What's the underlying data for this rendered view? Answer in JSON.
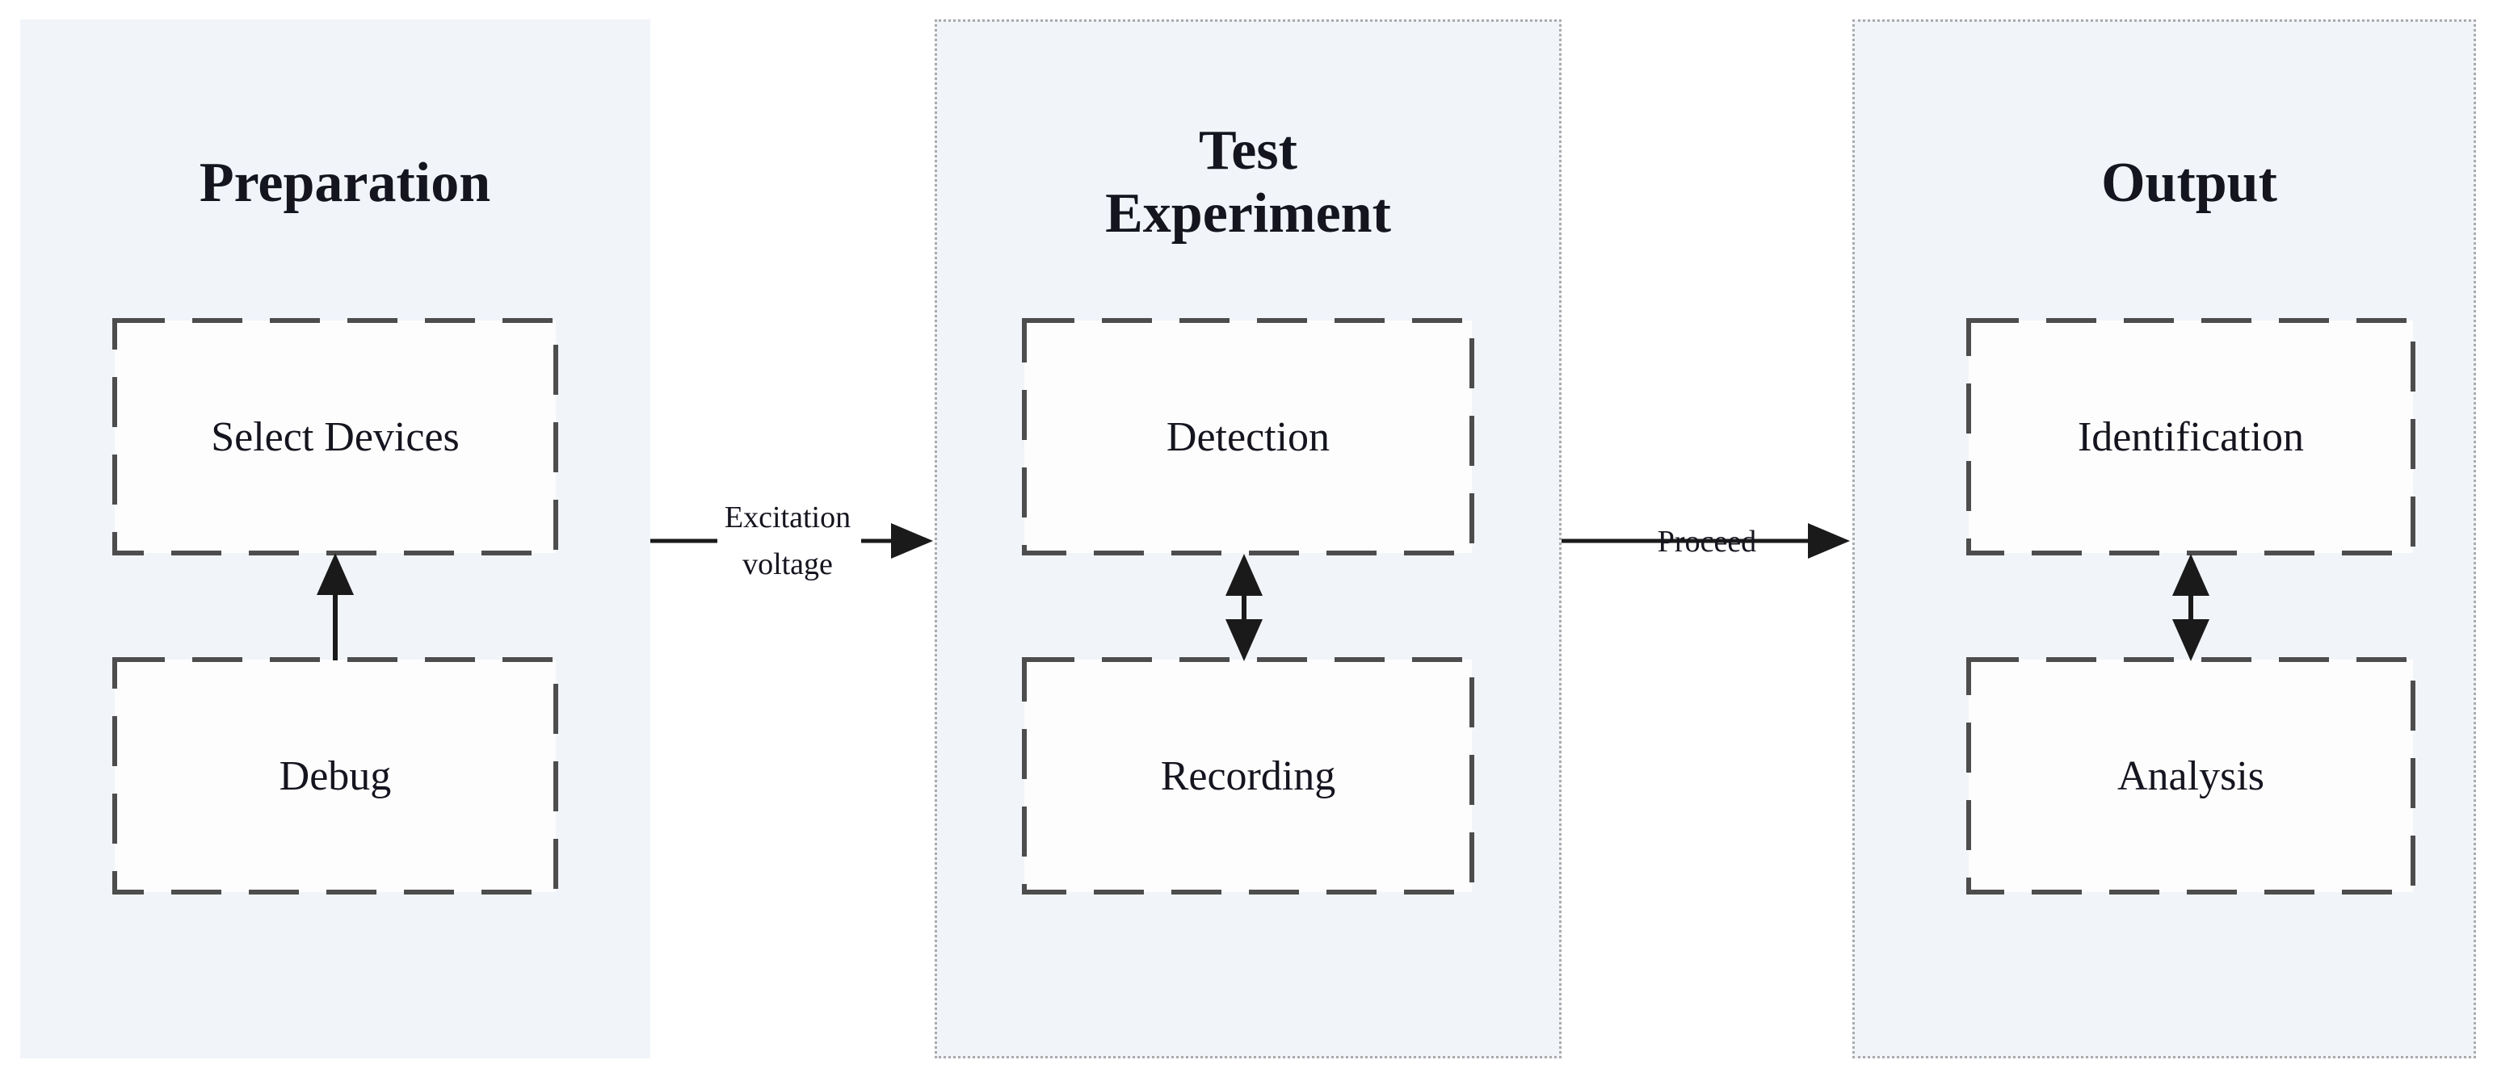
{
  "diagram": {
    "panels": [
      {
        "id": "preparation",
        "title_lines": [
          "Preparation"
        ],
        "boxes": [
          {
            "label": "Select Devices"
          },
          {
            "label": "Debug"
          }
        ]
      },
      {
        "id": "test-experiment",
        "title_lines": [
          "Test",
          "Experiment"
        ],
        "boxes": [
          {
            "label": "Detection"
          },
          {
            "label": "Recording"
          }
        ]
      },
      {
        "id": "output",
        "title_lines": [
          "Output"
        ],
        "boxes": [
          {
            "label": "Identification"
          },
          {
            "label": "Analysis"
          }
        ]
      }
    ],
    "connectors": [
      {
        "label_lines": [
          "Excitation",
          "voltage"
        ]
      },
      {
        "label_lines": [
          "Proceed"
        ]
      }
    ],
    "colors": {
      "page_bg": "#ffffff",
      "panel_bg": "#f1f4f9",
      "panel_border": "#ababab",
      "box_fill": "#fdfdfe",
      "box_border": "#4d4d4d",
      "arrow": "#1a1a1a",
      "text": "#15151f"
    }
  }
}
